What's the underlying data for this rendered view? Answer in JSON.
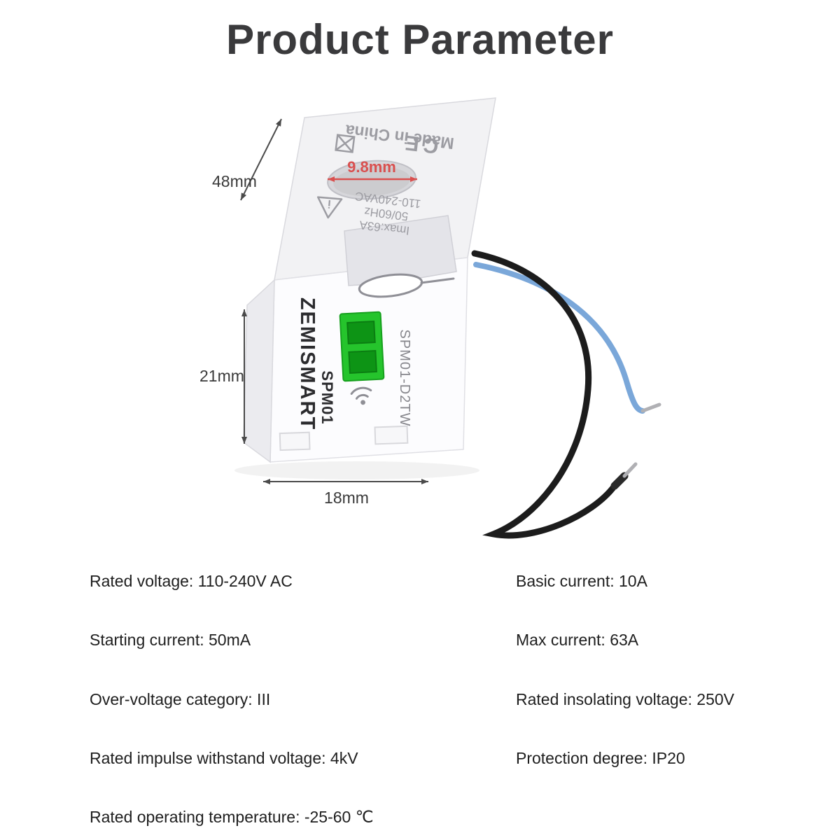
{
  "title": "Product Parameter",
  "device": {
    "brand": "ZEMISMART",
    "model": "SPM01",
    "variant": "SPM01-D2TW",
    "made_in": "Made in China",
    "ce_mark": "CE",
    "rating_line1": "110-240VAC",
    "rating_line2": "50/60Hz",
    "rating_line3": "Imax:63A"
  },
  "dimensions": {
    "top_edge": "48mm",
    "height": "21mm",
    "bottom_edge": "18mm",
    "hole_diameter": "9.8mm"
  },
  "colors": {
    "accent_red": "#d9504f",
    "terminal_green": "#25c42c",
    "wire_blue": "#7aa7d9",
    "wire_black": "#1c1c1c"
  },
  "specs_left": [
    "Rated voltage: 110-240V AC",
    "Starting current: 50mA",
    "Over-voltage category: III",
    "Rated impulse withstand voltage: 4kV",
    "Rated operating temperature: -25-60 ℃"
  ],
  "specs_right": [
    "Basic current: 10A",
    "Max current: 63A",
    "Rated insolating voltage: 250V",
    "Protection degree: IP20"
  ]
}
